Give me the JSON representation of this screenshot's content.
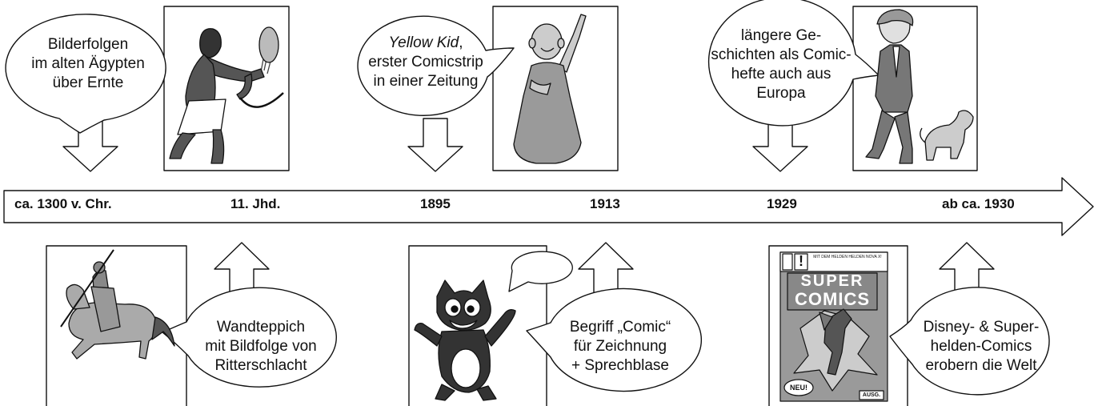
{
  "timeline": {
    "years": [
      "ca. 1300 v. Chr.",
      "11. Jhd.",
      "1895",
      "1913",
      "1929",
      "ab ca. 1930"
    ]
  },
  "events": {
    "egypt": {
      "lines": [
        "Bilderfolgen",
        "im alten Ägypten",
        "über Ernte"
      ]
    },
    "tapestry": {
      "lines": [
        "Wandteppich",
        "mit Bildfolge von",
        "Ritterschlacht"
      ]
    },
    "yellow_kid": {
      "title": "Yellow Kid",
      "title_suffix": ",",
      "lines": [
        "erster Comicstrip",
        "in einer Zeitung"
      ]
    },
    "comic_term": {
      "lines": [
        "Begriff „Comic“",
        "für Zeichnung",
        "+ Sprechblase"
      ]
    },
    "europe": {
      "lines": [
        "längere Ge-",
        "schichten als Comic-",
        "hefte auch aus",
        "Europa"
      ]
    },
    "disney": {
      "lines": [
        "Disney- & Super-",
        "helden-Comics",
        "erobern die Welt"
      ]
    }
  },
  "comic_cover": {
    "title_top": "SUPER",
    "title_bottom": "COMICS",
    "badge": "NEU!",
    "issue": "AUSG.",
    "exclamation": "!",
    "header": "MIT DEM HELDEN HELDEN NOVA X!"
  }
}
